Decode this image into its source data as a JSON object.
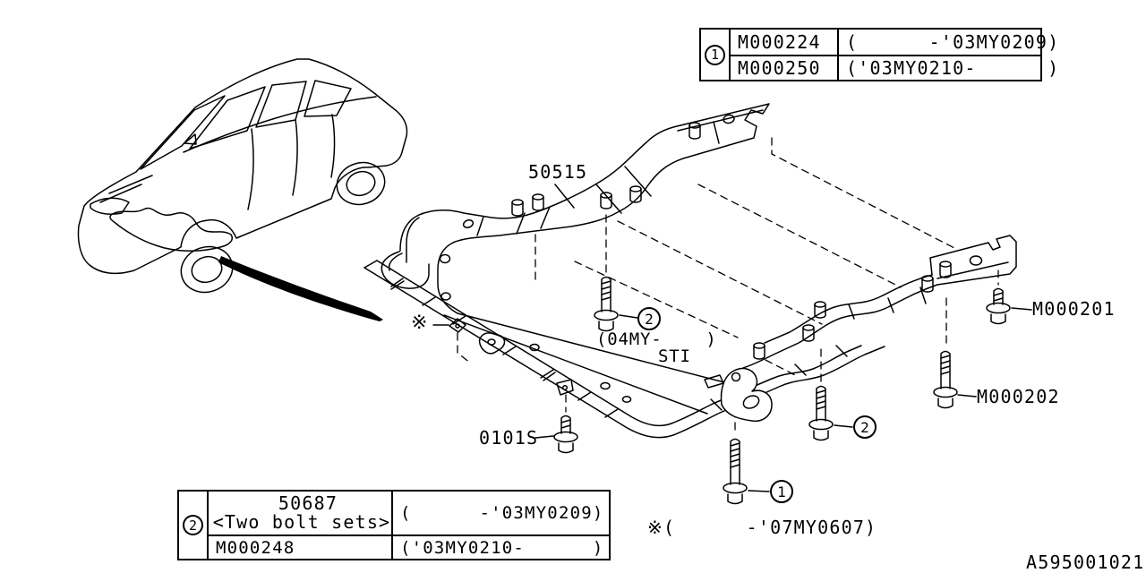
{
  "figure": {
    "drawing_number": "A595001021",
    "footnote": "※(      -'07MY0607)",
    "asterisk_marker": "※"
  },
  "part_labels": {
    "crossmember": "50515",
    "bolt_0101s": "0101S",
    "bolt_m000201": "M000201",
    "bolt_m000202": "M000202",
    "sti_note_range": "(04MY-    )",
    "sti_note_model": "STI"
  },
  "callouts": {
    "one": "1",
    "two": "2"
  },
  "tables": {
    "bolt1": {
      "ref": "1",
      "rows": [
        {
          "part_no": "M000224",
          "applicability": "(      -'03MY0209)"
        },
        {
          "part_no": "M000250",
          "applicability": "('03MY0210-      )"
        }
      ]
    },
    "bolt2": {
      "ref": "2",
      "rows": [
        {
          "part_no": "50687",
          "part_note": "<Two bolt sets>",
          "applicability": "(      -'03MY0209)"
        },
        {
          "part_no": "M000248",
          "applicability": "('03MY0210-      )"
        }
      ]
    }
  }
}
